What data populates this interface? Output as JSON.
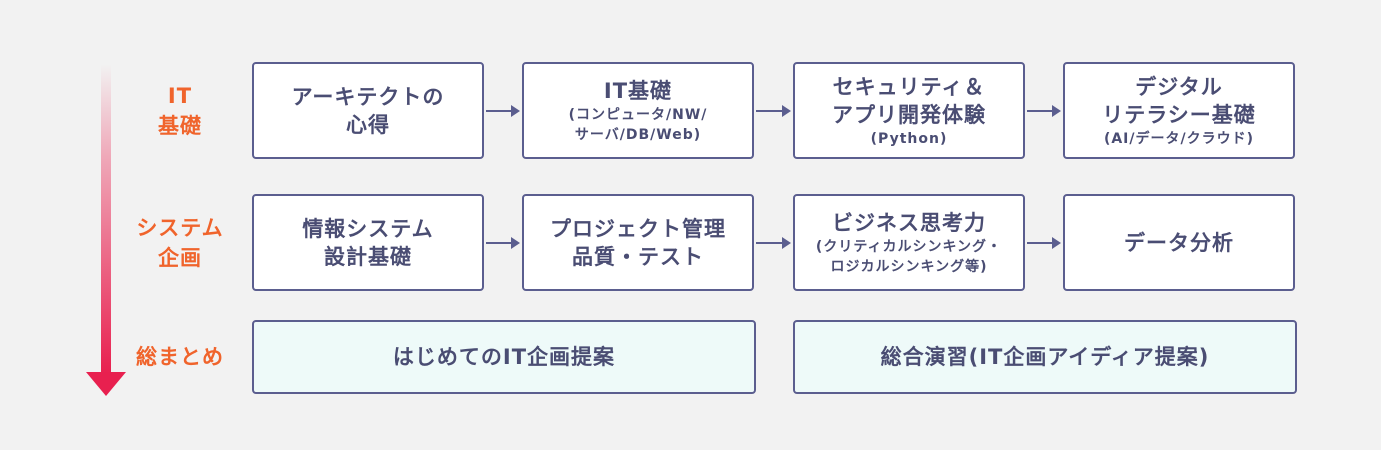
{
  "colors": {
    "label_orange": "#f0642c",
    "box_border": "#5b5e8f",
    "box_text": "#4a4d73",
    "summary_fill": "#eefaf9",
    "timeline_red": "#e8204f"
  },
  "rows": [
    {
      "label_lines": [
        "IT",
        "基礎"
      ],
      "boxes": [
        {
          "main": [
            "アーキテクトの",
            "心得"
          ],
          "sub": []
        },
        {
          "main": [
            "IT基礎"
          ],
          "sub": [
            "(コンピュータ/NW/",
            "サーバ/DB/Web)"
          ]
        },
        {
          "main": [
            "セキュリティ＆",
            "アプリ開発体験"
          ],
          "sub": [
            "(Python)"
          ]
        },
        {
          "main": [
            "デジタル",
            "リテラシー基礎"
          ],
          "sub": [
            "(AI/データ/クラウド)"
          ]
        }
      ]
    },
    {
      "label_lines": [
        "システム",
        "企画"
      ],
      "boxes": [
        {
          "main": [
            "情報システム",
            "設計基礎"
          ],
          "sub": []
        },
        {
          "main": [
            "プロジェクト管理",
            "品質・テスト"
          ],
          "sub": []
        },
        {
          "main": [
            "ビジネス思考力"
          ],
          "sub": [
            "(クリティカルシンキング・",
            "ロジカルシンキング等)"
          ]
        },
        {
          "main": [
            "データ分析"
          ],
          "sub": []
        }
      ]
    },
    {
      "label_lines": [
        "総まとめ"
      ],
      "boxes": [
        {
          "main": [
            "はじめてのIT企画提案"
          ],
          "sub": []
        },
        {
          "main": [
            "総合演習(IT企画アイディア提案)"
          ],
          "sub": []
        }
      ]
    }
  ]
}
